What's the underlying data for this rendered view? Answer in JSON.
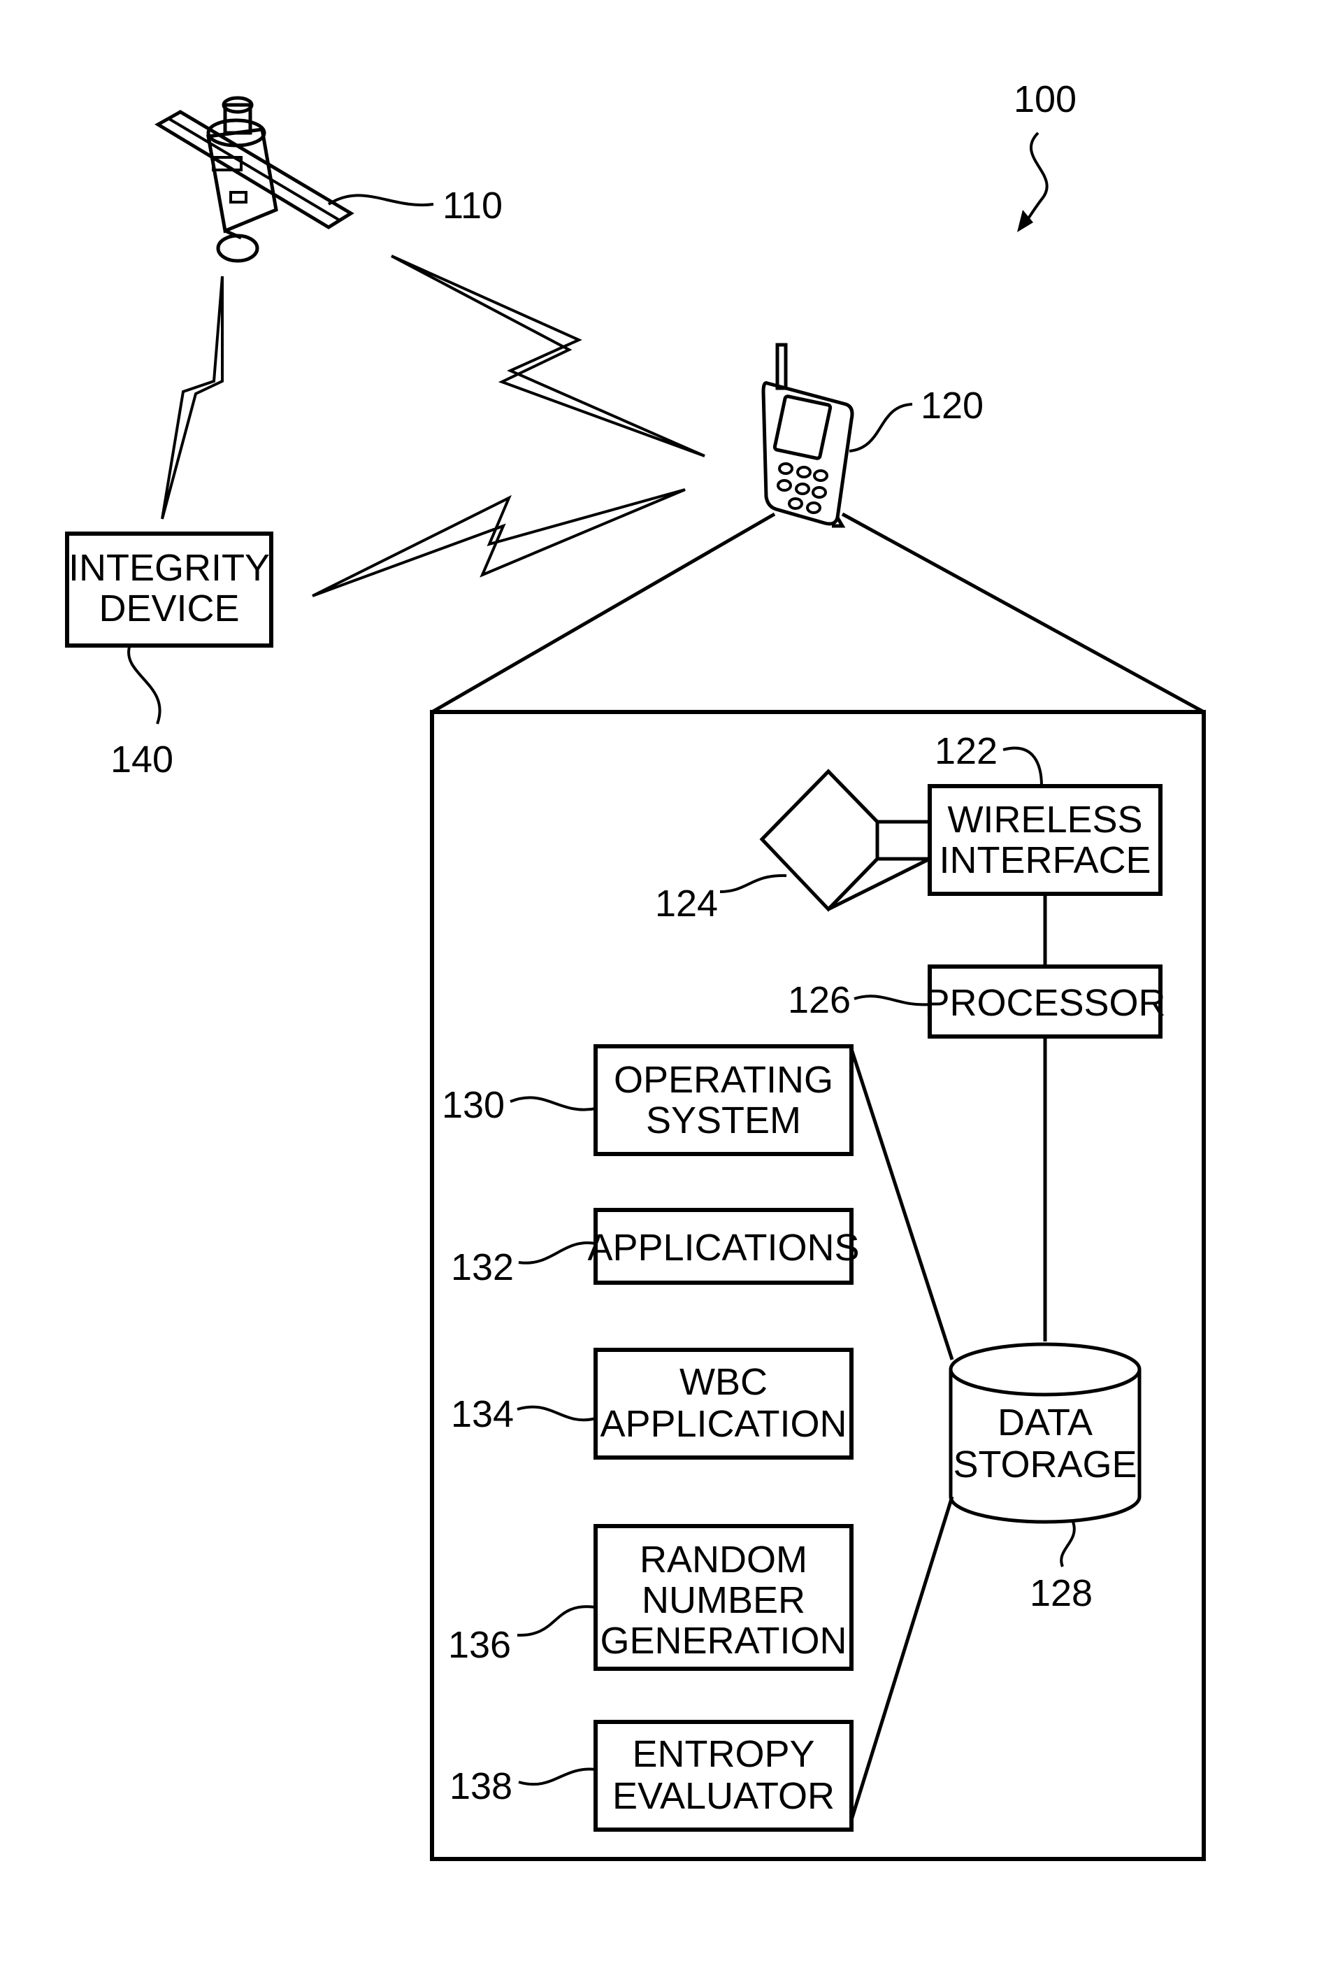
{
  "figure": {
    "ref_system": "100",
    "satellite": {
      "ref": "110"
    },
    "phone": {
      "ref": "120"
    },
    "integrity_device": {
      "line1": "INTEGRITY",
      "line2": "DEVICE",
      "ref": "140"
    },
    "wireless_interface": {
      "line1": "WIRELESS",
      "line2": "INTERFACE",
      "ref": "122"
    },
    "antenna": {
      "ref": "124"
    },
    "processor": {
      "label": "PROCESSOR",
      "ref": "126"
    },
    "data_storage": {
      "line1": "DATA",
      "line2": "STORAGE",
      "ref": "128"
    },
    "operating_system": {
      "line1": "OPERATING",
      "line2": "SYSTEM",
      "ref": "130"
    },
    "applications": {
      "label": "APPLICATIONS",
      "ref": "132"
    },
    "wbc_application": {
      "line1": "WBC",
      "line2": "APPLICATION",
      "ref": "134"
    },
    "random_number_generation": {
      "line1": "RANDOM",
      "line2": "NUMBER",
      "line3": "GENERATION",
      "ref": "136"
    },
    "entropy_evaluator": {
      "line1": "ENTROPY",
      "line2": "EVALUATOR",
      "ref": "138"
    }
  }
}
